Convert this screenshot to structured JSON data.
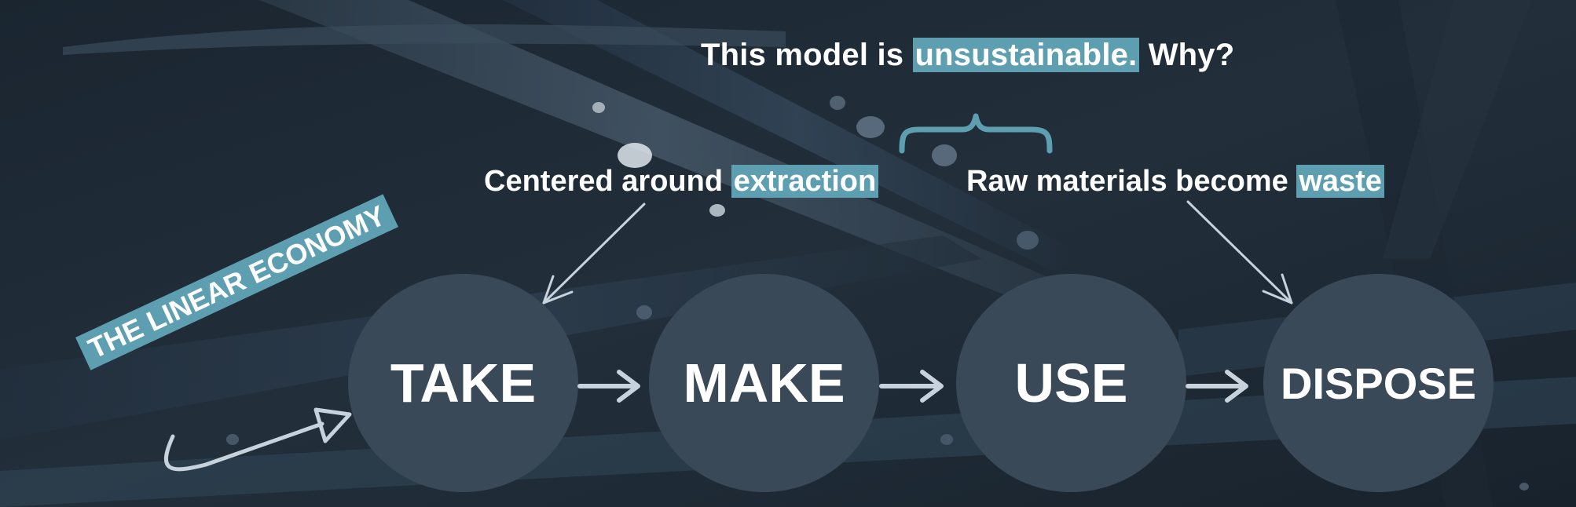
{
  "headline": {
    "prefix": "This model is ",
    "highlight": "unsustainable.",
    "suffix": " Why?"
  },
  "captions": {
    "left": {
      "prefix": "Centered around ",
      "highlight": "extraction"
    },
    "right": {
      "prefix": "Raw materials become ",
      "highlight": "waste"
    }
  },
  "banner": "THE LINEAR ECONOMY",
  "stages": [
    "TAKE",
    "MAKE",
    "USE",
    "DISPOSE"
  ],
  "colors": {
    "highlight": "#5d9fb0",
    "circle": "#3a4958",
    "arrow": "#c8d2dc"
  }
}
